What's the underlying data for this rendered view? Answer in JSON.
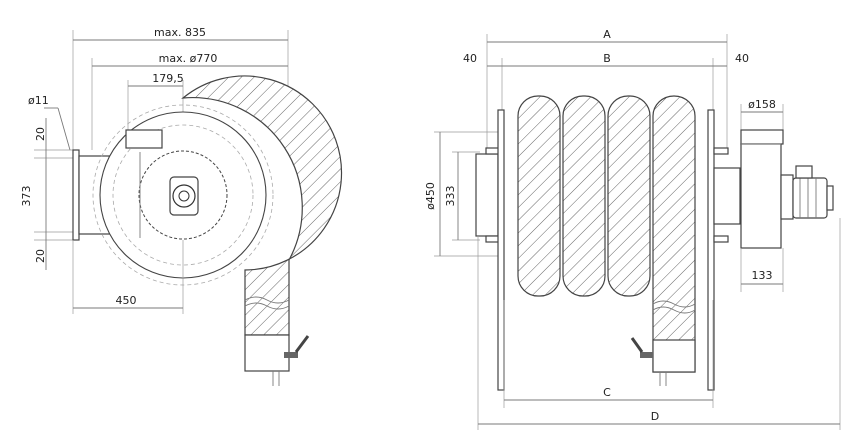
{
  "side_view": {
    "dims": {
      "overall_width": "max. 835",
      "drum_diameter": "max. ø770",
      "hub_offset": "179,5",
      "hole_diameter": "ø11",
      "flange_top": "20",
      "mount_height": "373",
      "flange_bottom": "20",
      "axis_offset": "450"
    }
  },
  "front_view": {
    "dims": {
      "A": "A",
      "B": "B",
      "C": "C",
      "D": "D",
      "left_offset": "40",
      "right_offset": "40",
      "flange_diameter": "ø450",
      "inner_diameter": "333",
      "fan_outlet_diameter": "ø158",
      "fan_depth": "133"
    }
  }
}
